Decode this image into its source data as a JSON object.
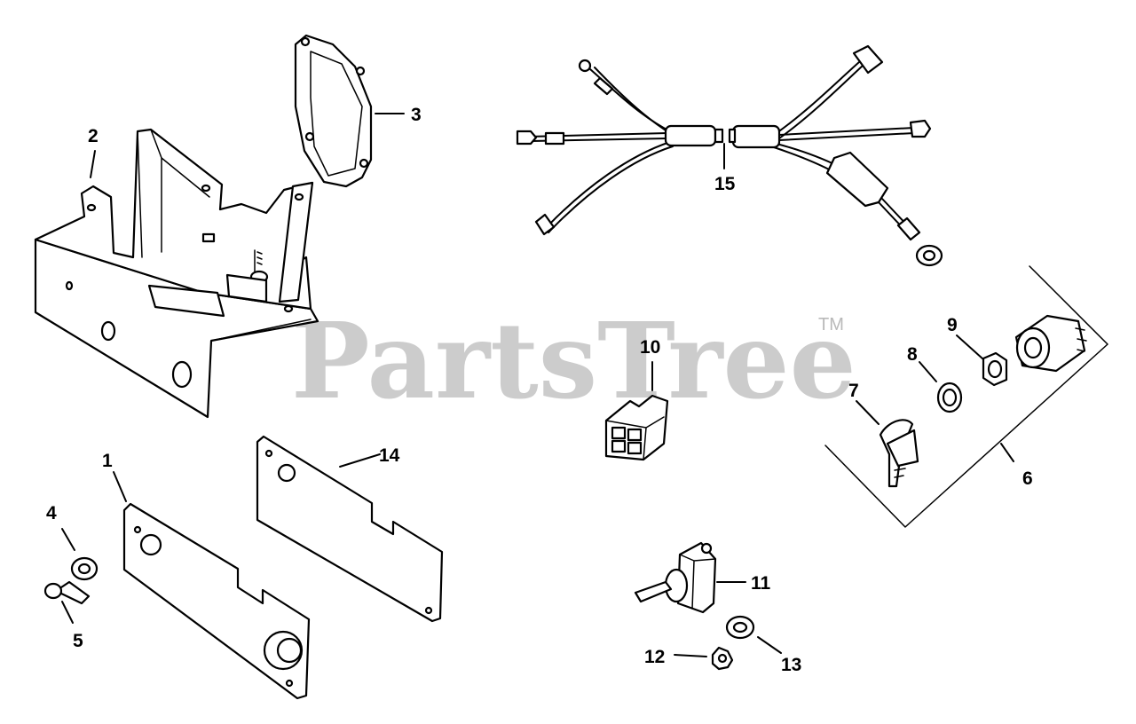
{
  "watermark": {
    "brand": "PartsTree",
    "trademark": "TM"
  },
  "callouts": {
    "c1": "1",
    "c2": "2",
    "c3": "3",
    "c4": "4",
    "c5": "5",
    "c6": "6",
    "c7": "7",
    "c8": "8",
    "c9": "9",
    "c10": "10",
    "c11": "11",
    "c12": "12",
    "c13": "13",
    "c14": "14",
    "c15": "15"
  }
}
